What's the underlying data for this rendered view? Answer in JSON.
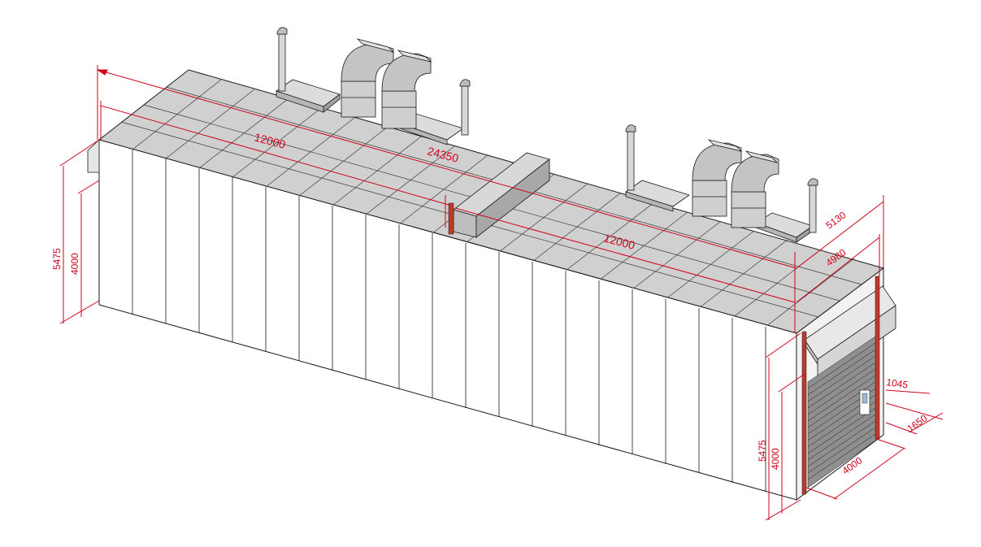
{
  "colors": {
    "dimension": "#d0021b",
    "outline": "#1a1a1a",
    "roof": "#cfcfcf",
    "wall": "#ffffff",
    "duct": "#c8c8c8",
    "shutter": "#9a9a9a"
  },
  "dimensions": {
    "overall_length": "24350",
    "module_1_length": "12000",
    "module_2_length": "12000",
    "outer_width": "5130",
    "inner_width": "4980",
    "overall_height_left": "5475",
    "wall_height_left": "4000",
    "overall_height_right": "5475",
    "wall_height_right": "4000",
    "door_width": "4000",
    "door_offset": "1650",
    "door_side_offset": "1045"
  }
}
